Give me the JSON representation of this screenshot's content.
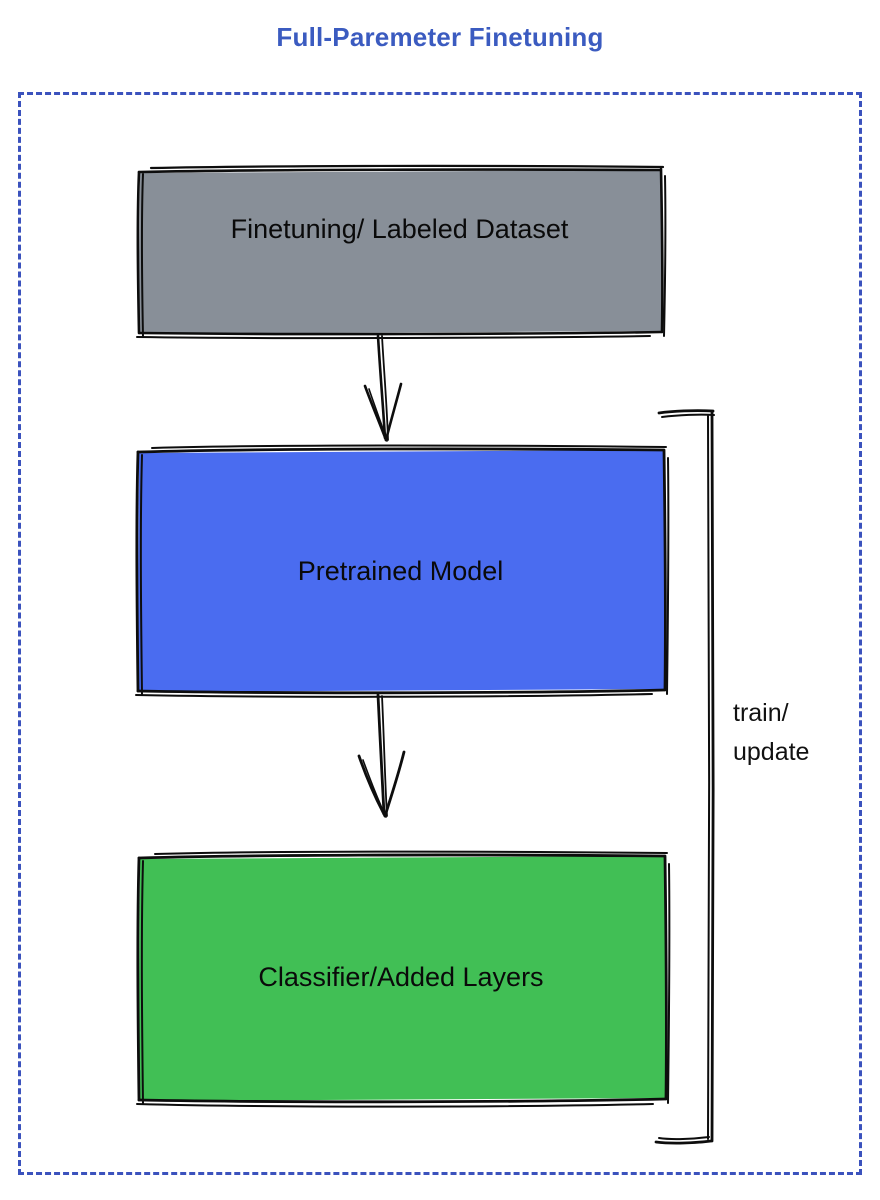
{
  "diagram": {
    "title": "Full-Paremeter Finetuning",
    "title_color": "#3b5bc0",
    "frame": {
      "style": "dashed",
      "color": "#3b52bd"
    },
    "nodes": [
      {
        "id": "dataset",
        "label": "Finetuning/ Labeled Dataset",
        "fill": "#888f98",
        "stroke": "#0d0d0d",
        "text_color": "#0a0a0a"
      },
      {
        "id": "pretrained-model",
        "label": "Pretrained Model",
        "fill": "#4a6cf0",
        "stroke": "#0d0d0d",
        "text_color": "#0a0a0a"
      },
      {
        "id": "classifier",
        "label": "Classifier/Added Layers",
        "fill": "#41bf55",
        "stroke": "#0d0d0d",
        "text_color": "#0a0a0a"
      }
    ],
    "edges": [
      {
        "id": "dataset-to-model",
        "from": "dataset",
        "to": "pretrained-model",
        "label": "",
        "arrow": "down"
      },
      {
        "id": "model-to-classifier",
        "from": "pretrained-model",
        "to": "classifier",
        "label": "",
        "arrow": "down"
      },
      {
        "id": "feedback-loop",
        "from": "classifier",
        "to": "pretrained-model",
        "label_line1": "train/",
        "label_line2": "update",
        "arrow": "none"
      }
    ]
  }
}
